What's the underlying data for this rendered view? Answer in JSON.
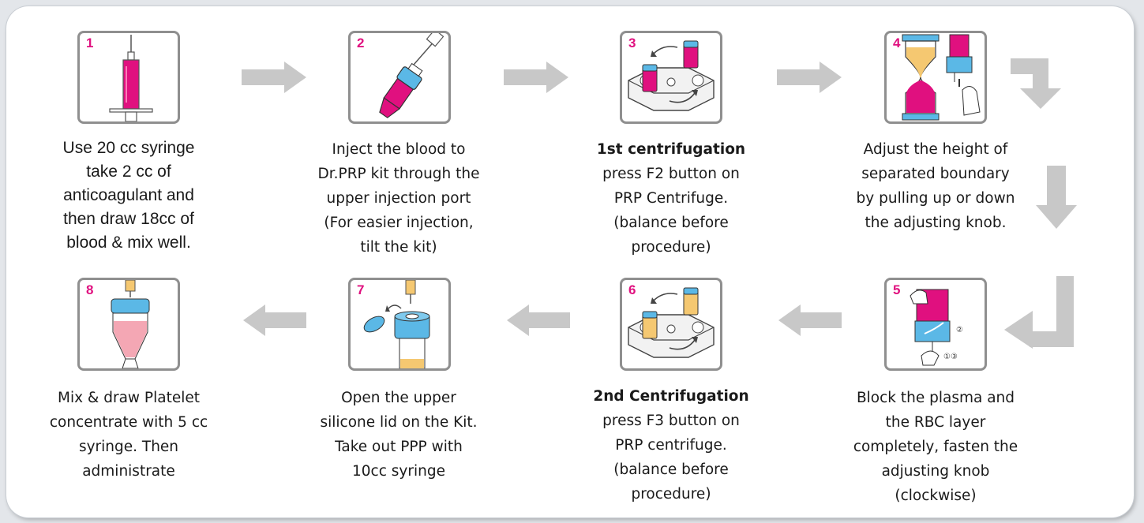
{
  "steps": [
    {
      "number": "1",
      "title": "",
      "text": "Use 20 cc syringe\ntake 2 cc of\nanticoagulant and\nthen draw 18cc of\nblood & mix well.",
      "icon": "syringe-icon"
    },
    {
      "number": "2",
      "title": "",
      "text": "Inject the blood to\nDr.PRP kit through the\nupper injection port\n(For easier injection,\ntilt the kit)",
      "icon": "kit-injection-icon"
    },
    {
      "number": "3",
      "title": "1st centrifugation",
      "text": "press F2 button on\nPRP Centrifuge.\n(balance before\nprocedure)",
      "icon": "centrifuge-icon"
    },
    {
      "number": "4",
      "title": "",
      "text": "Adjust the height of\nseparated boundary\nby pulling up or down\nthe adjusting knob.",
      "icon": "adjusting-knob-icon"
    },
    {
      "number": "5",
      "title": "",
      "text": "Block the plasma and\nthe RBC layer\ncompletely, fasten the\nadjusting knob\n(clockwise)",
      "icon": "fasten-knob-icon"
    },
    {
      "number": "6",
      "title": "2nd Centrifugation",
      "text": "press F3 button on\nPRP centrifuge.\n(balance before\nprocedure)",
      "icon": "centrifuge-icon"
    },
    {
      "number": "7",
      "title": "",
      "text": "Open the upper\nsilicone lid on the Kit.\nTake out PPP with\n10cc syringe",
      "icon": "open-lid-icon"
    },
    {
      "number": "8",
      "title": "",
      "text": "Mix & draw Platelet\nconcentrate with 5 cc\nsyringe. Then\nadministrate",
      "icon": "draw-platelet-icon"
    }
  ],
  "colors": {
    "accent": "#e0107f",
    "cap_blue": "#5bb8e6",
    "plasma_yellow": "#f5c871",
    "arrow_gray": "#c8c8c8",
    "border_gray": "#8f8f8f",
    "platelet_pink": "#f4a7b4"
  }
}
